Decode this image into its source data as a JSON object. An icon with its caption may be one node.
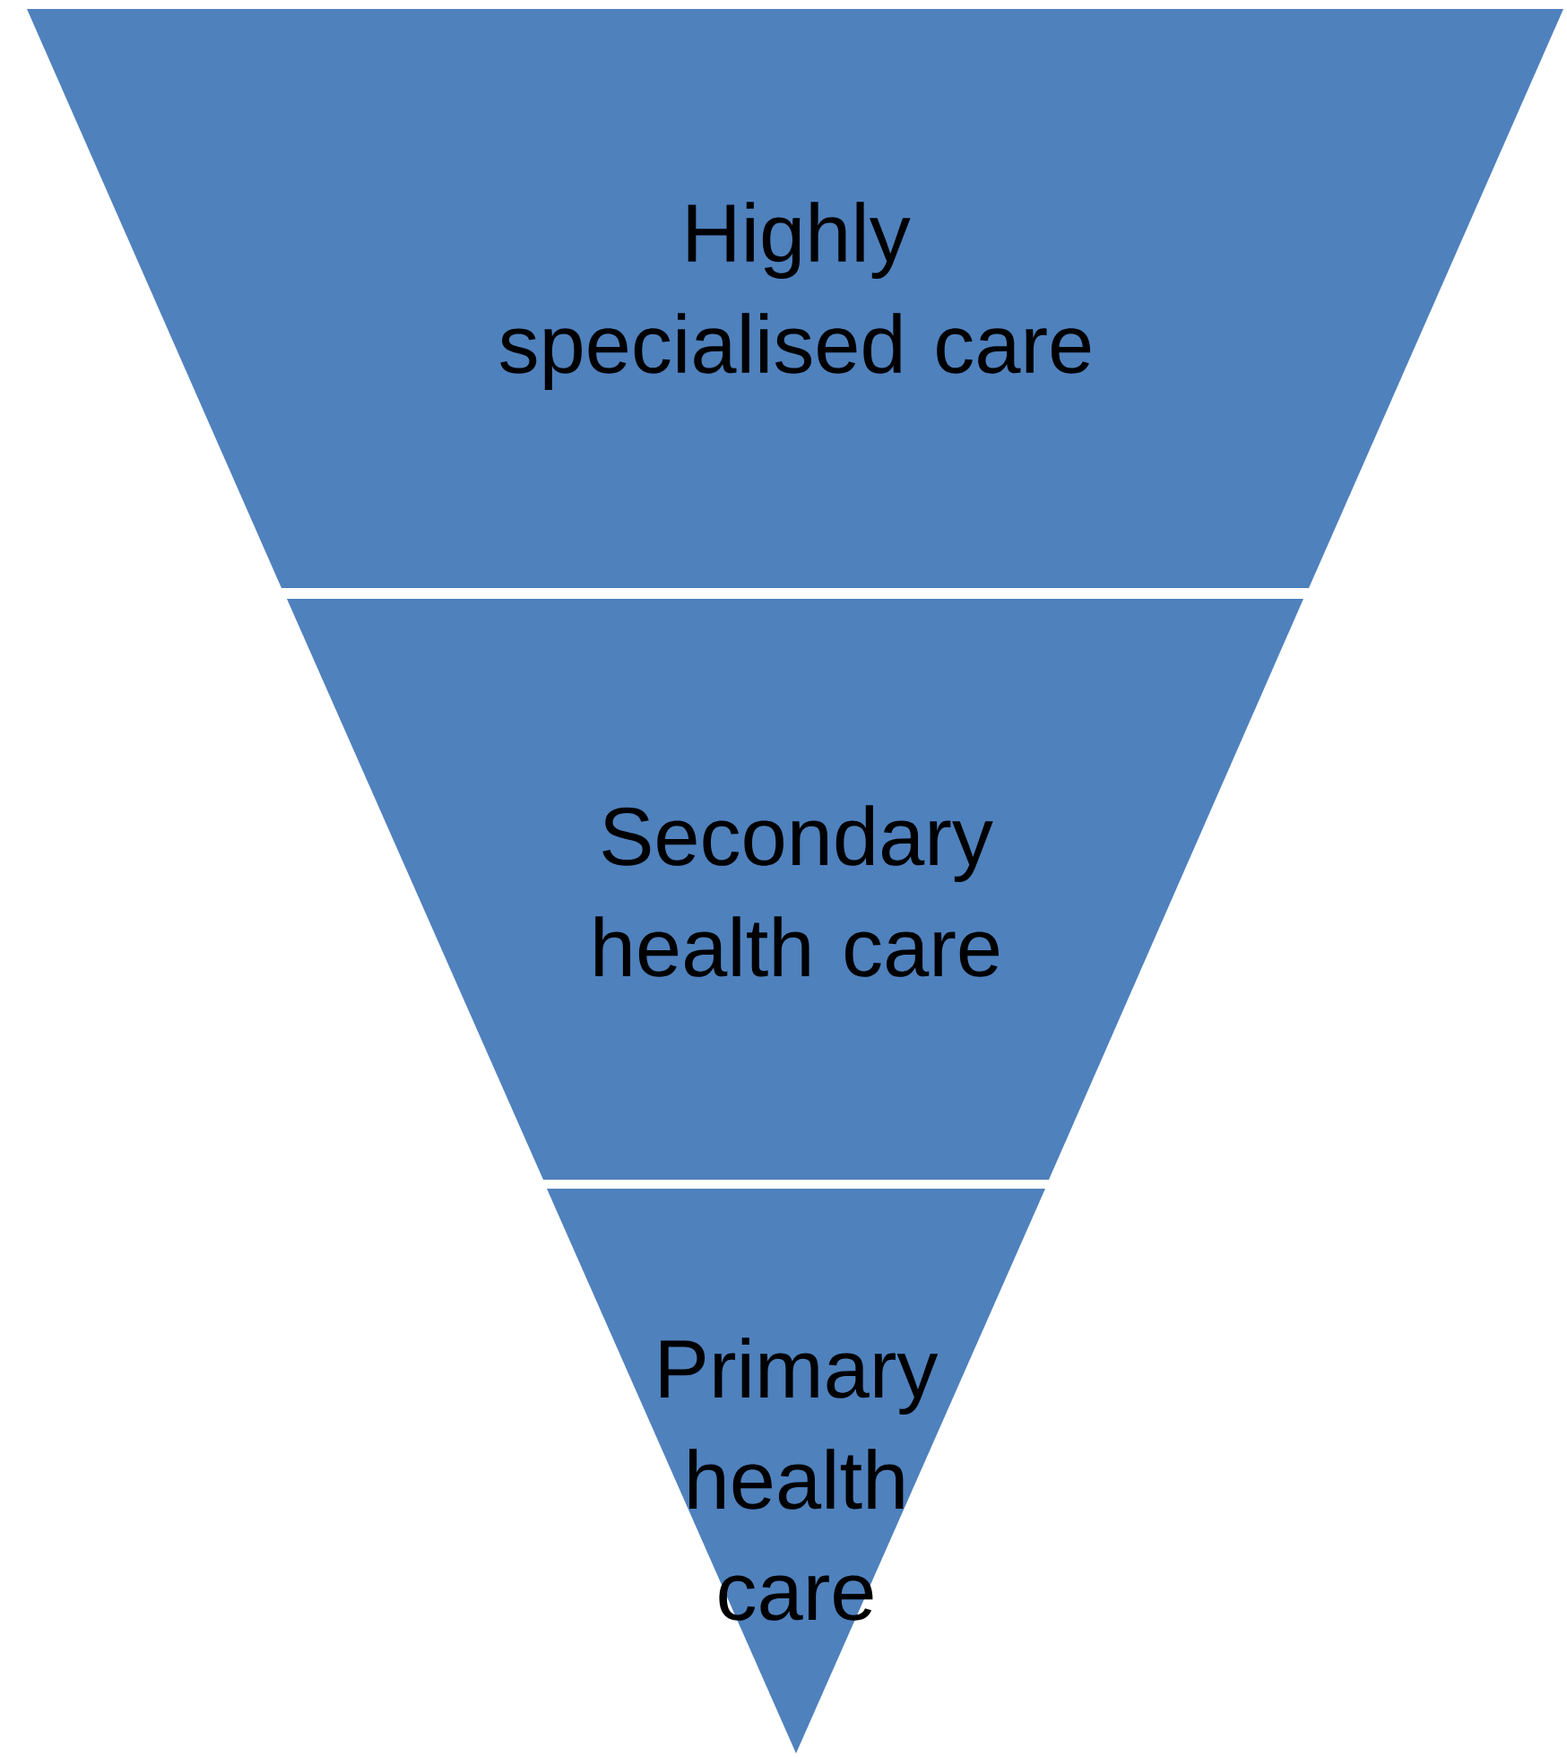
{
  "diagram": {
    "nodes": [
      {
        "text": [
          "Highly specialised care"
        ]
      },
      {
        "text": [
          "Secondary health care"
        ]
      },
      {
        "text": [
          "Primary health care"
        ]
      }
    ]
  }
}
